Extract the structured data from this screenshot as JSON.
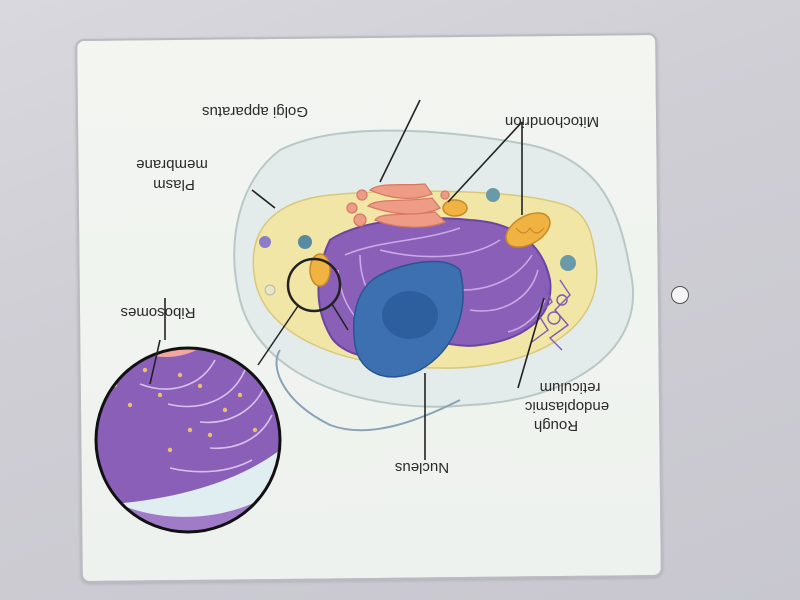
{
  "labels": {
    "golgi": "Golgi apparatus",
    "mitochondrion": "Mitochondrion",
    "plasma_line1": "Plasm",
    "plasma_line2": "membrane",
    "ribosomes": "Ribosomes",
    "rer_line1": "Rough",
    "rer_line2": "endoplasmic",
    "rer_line3": "reticulum",
    "nucleus": "Nucleus"
  }
}
